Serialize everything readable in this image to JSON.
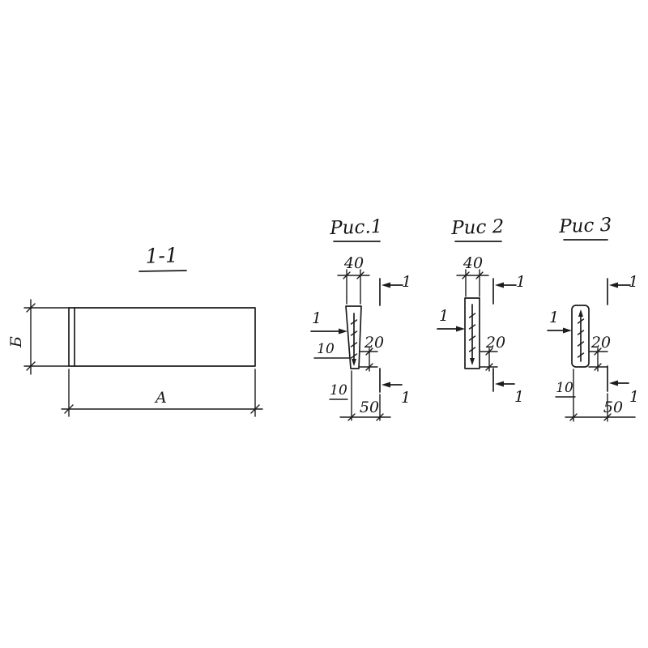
{
  "colors": {
    "ink": "#1c1c1c",
    "paper": "#ffffff"
  },
  "section_view": {
    "title": "1-1",
    "dim_width_label": "А",
    "dim_height_label": "Б"
  },
  "figures": [
    {
      "title": "Рис.1",
      "dim_top": "40",
      "dim_side": "20",
      "dim_offset_left": "10",
      "dim_offset_bottom": "10",
      "dim_bottom": "50",
      "cut_mark": "1"
    },
    {
      "title": "Рис 2",
      "dim_top": "40",
      "dim_side": "20",
      "cut_mark": "1"
    },
    {
      "title": "Рис 3",
      "dim_side": "20",
      "dim_offset_bottom": "10",
      "dim_bottom": "50",
      "cut_mark": "1"
    }
  ]
}
